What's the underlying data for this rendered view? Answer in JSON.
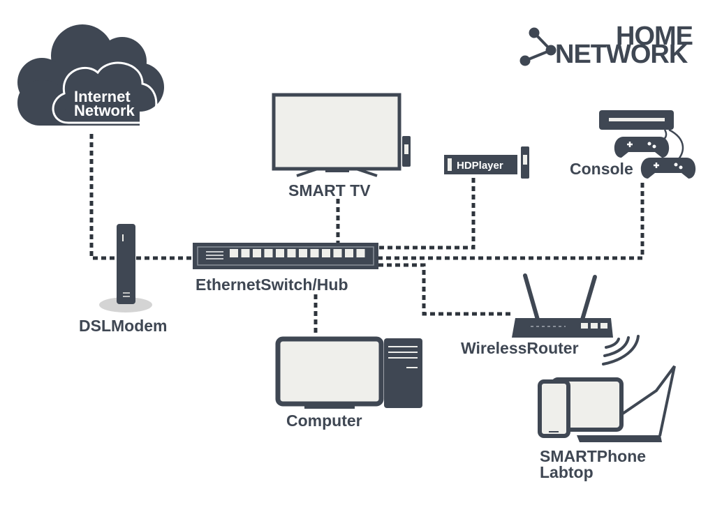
{
  "title": {
    "line1": "HOME",
    "line2": "NETWORK"
  },
  "cloud": {
    "line1": "Internet",
    "line2": "Network"
  },
  "labels": {
    "smart_tv": "SMART TV",
    "hd_player": "HDPlayer",
    "console": "Console",
    "switch": "EthernetSwitch/Hub",
    "dsl_modem": "DSLModem",
    "computer": "Computer",
    "wireless_router": "WirelessRouter",
    "smartphone_line1": "SMARTPhone",
    "smartphone_line2": "Labtop"
  },
  "icons": [
    "share-icon",
    "cloud-icon",
    "smart-tv-icon",
    "hd-player-icon",
    "console-icon",
    "gamepad-icon",
    "ethernet-switch-icon",
    "dsl-modem-icon",
    "desktop-computer-icon",
    "wireless-router-icon",
    "wifi-signal-icon",
    "tablet-icon",
    "smartphone-icon",
    "laptop-icon"
  ],
  "colors": {
    "device": "#3f4753",
    "screen": "#efefeb",
    "link": "#2e343c",
    "shadow": "#d4d4d4"
  }
}
